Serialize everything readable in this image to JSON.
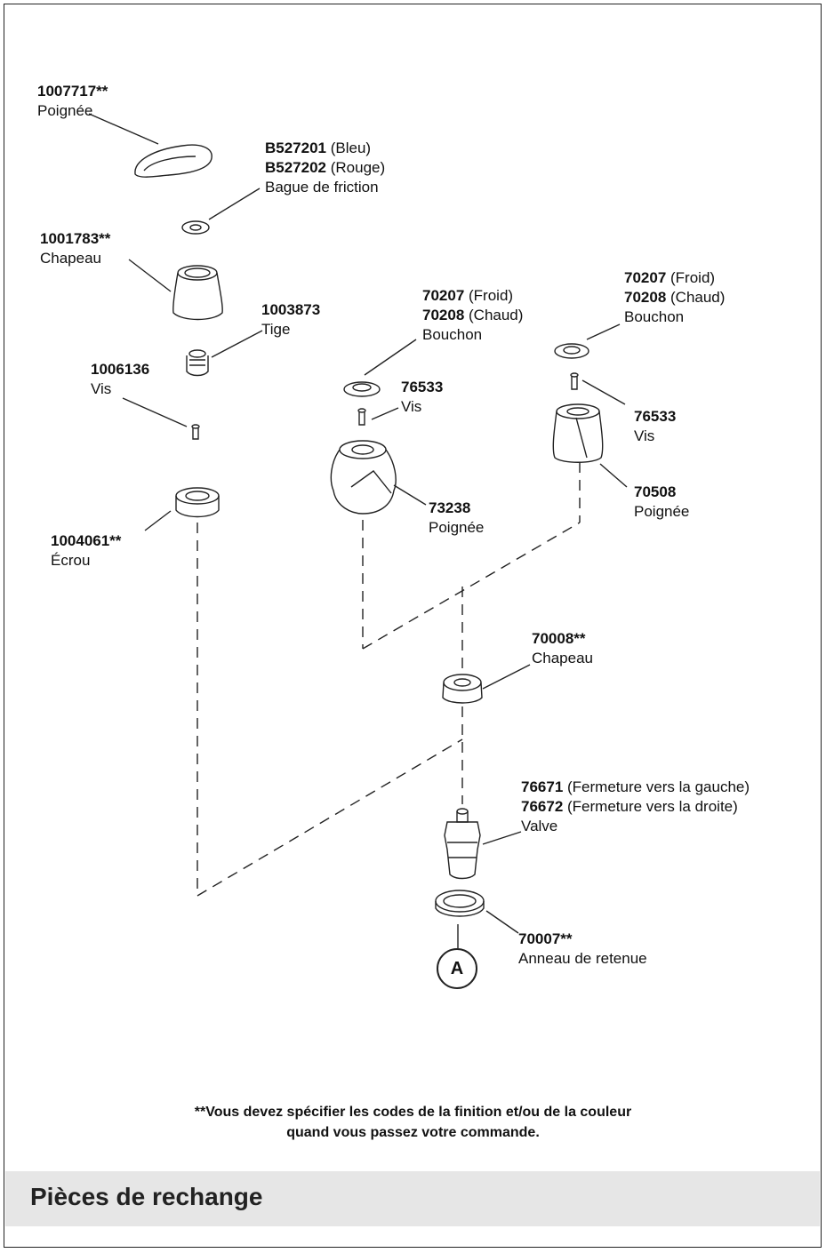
{
  "parts": [
    {
      "id": "p1",
      "number": "1007717**",
      "name": "Poignée"
    },
    {
      "id": "p2a",
      "number": "B527201",
      "suffix": " (Bleu)"
    },
    {
      "id": "p2b",
      "number": "B527202",
      "suffix": " (Rouge)",
      "name": "Bague de friction"
    },
    {
      "id": "p3",
      "number": "1001783**",
      "name": "Chapeau"
    },
    {
      "id": "p4",
      "number": "1003873",
      "name": "Tige"
    },
    {
      "id": "p5",
      "number": "1006136",
      "name": "Vis"
    },
    {
      "id": "p6",
      "number": "1004061**",
      "name": "Écrou"
    },
    {
      "id": "p7a",
      "number": "70207",
      "suffix": " (Froid)"
    },
    {
      "id": "p7b",
      "number": "70208",
      "suffix": " (Chaud)",
      "name": "Bouchon"
    },
    {
      "id": "p8",
      "number": "76533",
      "name": "Vis"
    },
    {
      "id": "p9",
      "number": "73238",
      "name": "Poignée"
    },
    {
      "id": "p10a",
      "number": "70207",
      "suffix": " (Froid)"
    },
    {
      "id": "p10b",
      "number": "70208",
      "suffix": " (Chaud)",
      "name": "Bouchon"
    },
    {
      "id": "p11",
      "number": "76533",
      "name": "Vis"
    },
    {
      "id": "p12",
      "number": "70508",
      "name": "Poignée"
    },
    {
      "id": "p13",
      "number": "70008**",
      "name": "Chapeau"
    },
    {
      "id": "p14a",
      "number": "76671",
      "suffix": " (Fermeture vers la gauche)"
    },
    {
      "id": "p14b",
      "number": "76672",
      "suffix": " (Fermeture vers la droite)",
      "name": "Valve"
    },
    {
      "id": "p15",
      "number": "70007**",
      "name": "Anneau de retenue"
    }
  ],
  "callout_letter": "A",
  "note_line1": "**Vous devez spécifier les codes de la finition et/ou de la couleur",
  "note_line2": "quand vous passez votre commande.",
  "section_title": "Pièces de rechange"
}
